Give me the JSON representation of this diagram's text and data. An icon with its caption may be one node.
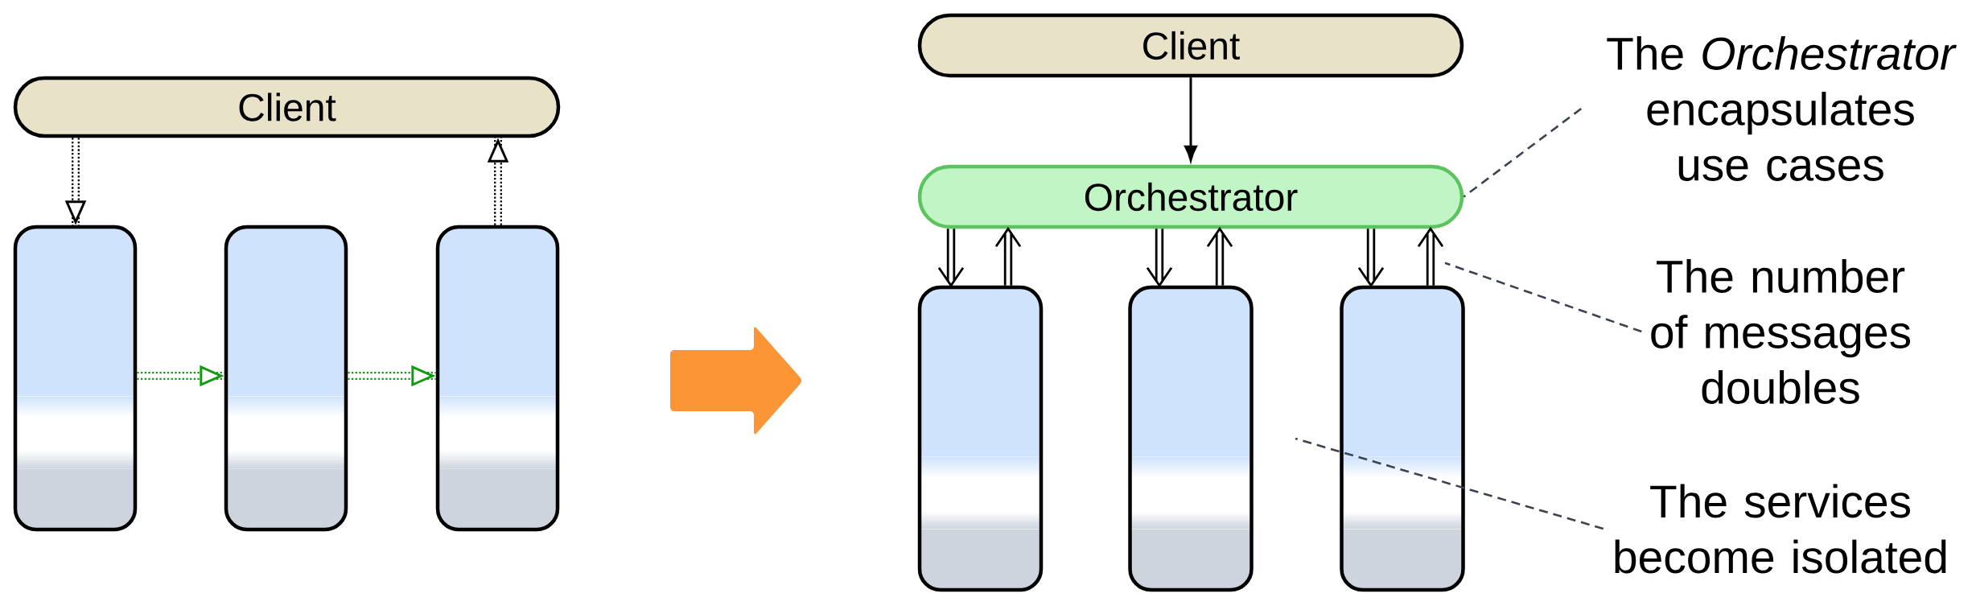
{
  "diagram": {
    "nodes": [
      {
        "text": [
          "Client"
        ]
      },
      {
        "text": [],
        "shape": "box"
      },
      {
        "text": [],
        "shape": "box"
      },
      {
        "text": [],
        "shape": "box"
      },
      {
        "text": [
          "Client"
        ]
      },
      {
        "text": [
          "Orchestrator"
        ]
      },
      {
        "text": [],
        "shape": "box"
      },
      {
        "text": [],
        "shape": "box"
      },
      {
        "text": [],
        "shape": "box"
      },
      {
        "text": [
          "The *Orchestrator* encapsulates use cases"
        ]
      },
      {
        "text": [
          "The number of messages doubles"
        ]
      },
      {
        "text": [
          "The services become isolated"
        ]
      }
    ],
    "edges": [
      {
        "from": 0,
        "to": 1,
        "arrow": "to",
        "style": "dashed"
      },
      {
        "from": 3,
        "to": 0,
        "arrow": "to",
        "style": "dashed"
      },
      {
        "from": 1,
        "to": 2,
        "arrow": "to",
        "style": "dashed",
        "color": "#139a13"
      },
      {
        "from": 2,
        "to": 3,
        "arrow": "to",
        "style": "dashed",
        "color": "#139a13"
      },
      {
        "from": 4,
        "to": 5,
        "arrow": "to"
      },
      {
        "from": 5,
        "to": 6,
        "arrow": "to"
      },
      {
        "from": 6,
        "to": 5,
        "arrow": "to"
      },
      {
        "from": 5,
        "to": 7,
        "arrow": "to"
      },
      {
        "from": 7,
        "to": 5,
        "arrow": "to"
      },
      {
        "from": 5,
        "to": 8,
        "arrow": "to"
      },
      {
        "from": 8,
        "to": 5,
        "arrow": "to"
      },
      {
        "from": 9,
        "to": 5,
        "arrow": "none",
        "style": "dashed",
        "color": "#3d4250"
      },
      {
        "from": 10,
        "to": 8,
        "arrow": "none",
        "style": "dashed",
        "color": "#3d4250"
      },
      {
        "from": 11,
        "to": null,
        "arrow": "none",
        "style": "dashed",
        "color": "#3d4250"
      }
    ]
  }
}
